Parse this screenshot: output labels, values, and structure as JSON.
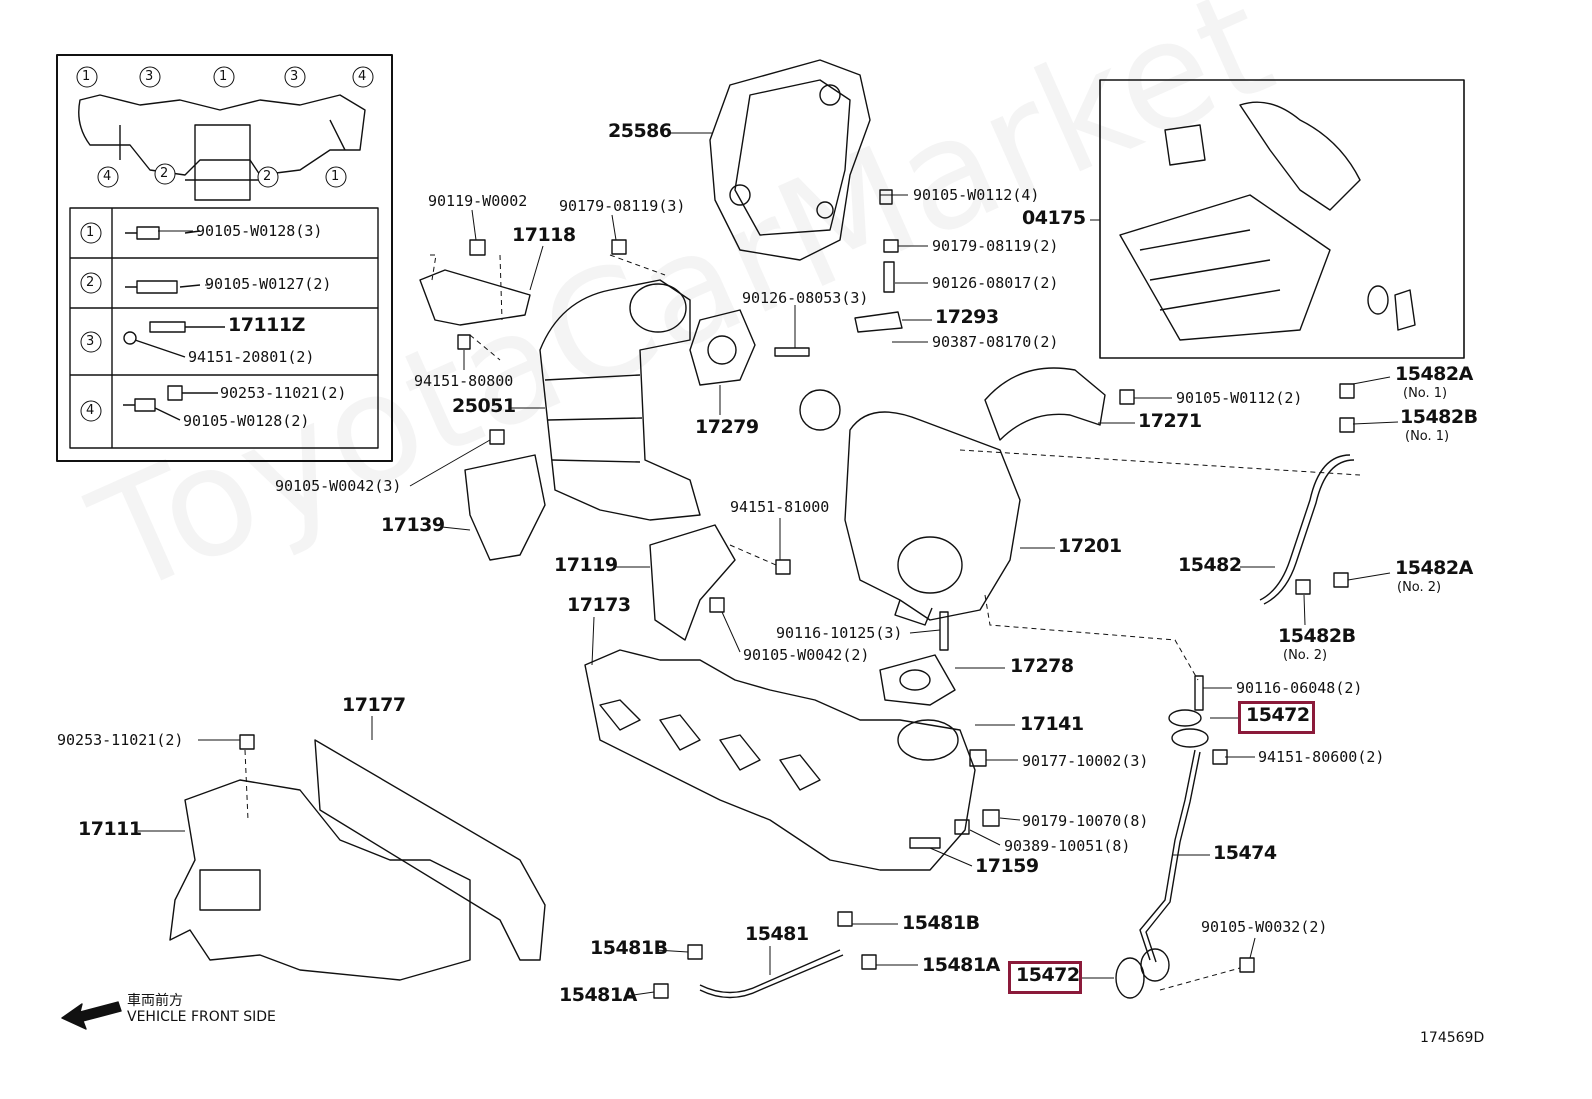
{
  "watermark": "ToyotaCarMarket",
  "diagram_id": "174569D",
  "direction": {
    "jp": "車両前方",
    "en": "VEHICLE FRONT SIDE"
  },
  "inset": {
    "circles": [
      "1",
      "3",
      "1",
      "3",
      "4",
      "4",
      "2",
      "2",
      "1"
    ],
    "rows": [
      {
        "num": "1",
        "parts": [
          "90105-W0128(3)"
        ]
      },
      {
        "num": "2",
        "parts": [
          "90105-W0127(2)"
        ]
      },
      {
        "num": "3",
        "parts": [
          "17111Z",
          "94151-20801(2)"
        ]
      },
      {
        "num": "4",
        "parts": [
          "90253-11021(2)",
          "90105-W0128(2)"
        ]
      }
    ]
  },
  "labels": {
    "p25586": "25586",
    "p90105_W0112_4": "90105-W0112(4)",
    "p04175": "04175",
    "p90119_W0002": "90119-W0002",
    "p90179_08119_3": "90179-08119(3)",
    "p17118": "17118",
    "p90179_08119_2": "90179-08119(2)",
    "p90126_08017_2": "90126-08017(2)",
    "p90126_08053_3": "90126-08053(3)",
    "p17293": "17293",
    "p90387_08170_2": "90387-08170(2)",
    "p94151_80800": "94151-80800",
    "p25051": "25051",
    "p17279": "17279",
    "p90105_W0112_2": "90105-W0112(2)",
    "p15482A_1": "15482A",
    "p15482A_1_no": "(No. 1)",
    "p15482B_1": "15482B",
    "p15482B_1_no": "(No. 1)",
    "p17271": "17271",
    "p90105_W0042_3": "90105-W0042(3)",
    "p17139": "17139",
    "p94151_81000": "94151-81000",
    "p17201": "17201",
    "p17119": "17119",
    "p15482": "15482",
    "p15482A_2": "15482A",
    "p15482A_2_no": "(No. 2)",
    "p17173": "17173",
    "p15482B_2": "15482B",
    "p15482B_2_no": "(No. 2)",
    "p90116_10125_3": "90116-10125(3)",
    "p90105_W0042_2": "90105-W0042(2)",
    "p17278": "17278",
    "p90116_06048_2": "90116-06048(2)",
    "p15472_top": "15472",
    "p17177": "17177",
    "p17141": "17141",
    "p94151_80600_2": "94151-80600(2)",
    "p90253_11021_2": "90253-11021(2)",
    "p90177_10002_3": "90177-10002(3)",
    "p17111": "17111",
    "p90179_10070_8": "90179-10070(8)",
    "p90389_10051_8": "90389-10051(8)",
    "p15474": "15474",
    "p17159": "17159",
    "p15481B_top": "15481B",
    "p90105_W0032_2": "90105-W0032(2)",
    "p15481": "15481",
    "p15481B_left": "15481B",
    "p15481A_right": "15481A",
    "p15472_bottom": "15472",
    "p15481A_left": "15481A"
  },
  "colors": {
    "highlight": "#8b1a3a",
    "line": "#111111"
  }
}
